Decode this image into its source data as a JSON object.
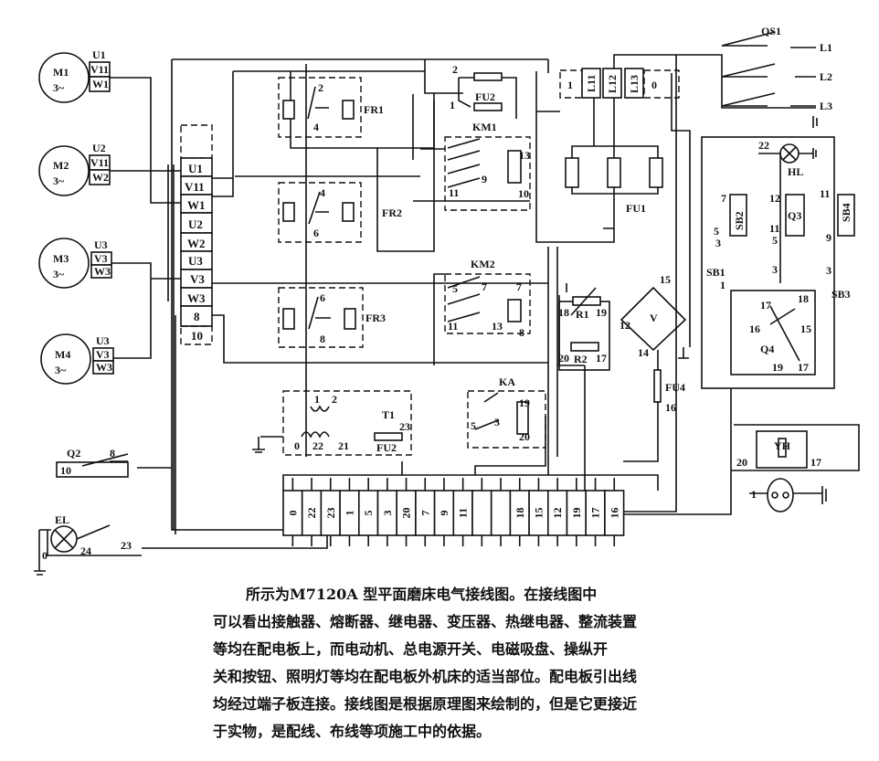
{
  "motors": [
    {
      "name": "M1",
      "phase": "3~",
      "u": "U1",
      "v": "V11",
      "w": "W1"
    },
    {
      "name": "M2",
      "phase": "3~",
      "u": "U2",
      "v": "V11",
      "w": "W2"
    },
    {
      "name": "M3",
      "phase": "3~",
      "u": "U3",
      "v": "V3",
      "w": "W3"
    },
    {
      "name": "M4",
      "phase": "3~",
      "u": "U3",
      "v": "V3",
      "w": "W3"
    }
  ],
  "left_terminals": [
    "U1",
    "V11",
    "W1",
    "U2",
    "W2",
    "U3",
    "V3",
    "W3",
    "8",
    "10"
  ],
  "thermal_relays": [
    {
      "name": "FR1",
      "top": "2",
      "bottom": "4"
    },
    {
      "name": "FR2",
      "top": "4",
      "bottom": "6"
    },
    {
      "name": "FR3",
      "top": "6",
      "bottom": "8"
    }
  ],
  "fuse_fu2_top": {
    "name": "FU2",
    "a": "2",
    "b": "1"
  },
  "top_terminals": [
    "1",
    "L11",
    "L12",
    "L13",
    "0"
  ],
  "main_switch": {
    "name": "QS1",
    "lines": [
      "L1",
      "L2",
      "L3"
    ]
  },
  "km1": {
    "name": "KM1",
    "labels": [
      "13",
      "9",
      "11",
      "10"
    ]
  },
  "km2": {
    "name": "KM2",
    "labels": [
      "5",
      "7",
      "11",
      "13",
      "7",
      "8"
    ]
  },
  "fu1": "FU1",
  "resistors": {
    "r1": "R1",
    "r1_a": "18",
    "r1_b": "19",
    "r2": "R2",
    "r2_a": "20",
    "r2_b": "17"
  },
  "rectifier": {
    "name": "V",
    "n15": "15",
    "n12": "12",
    "n14": "14"
  },
  "fu4": {
    "name": "FU4",
    "n": "16"
  },
  "panel": {
    "lamp": "HL",
    "lamp_n": "22",
    "sb2": "SB2",
    "sb2_n": [
      "7",
      "5",
      "3"
    ],
    "q3": "Q3",
    "q3_n": [
      "12",
      "11",
      "5",
      "3"
    ],
    "sb4": "SB4",
    "sb4_n": [
      "11",
      "9",
      "3"
    ],
    "sb1": "SB1",
    "sb1_n": "1",
    "sb3": "SB3",
    "q4": "Q4",
    "q4_n": [
      "17",
      "18",
      "16",
      "15",
      "19",
      "17"
    ]
  },
  "chuck": {
    "name": "YH",
    "a": "20",
    "b": "17"
  },
  "socket": {
    "n": "1"
  },
  "ka": {
    "name": "KA",
    "labels": [
      "19",
      "20",
      "5",
      "3"
    ]
  },
  "t1": {
    "name": "T1",
    "labels": [
      "1",
      "2",
      "0",
      "22",
      "21",
      "23"
    ],
    "fuse": "FU2"
  },
  "q2": {
    "name": "Q2",
    "a": "8",
    "b": "10"
  },
  "el": {
    "name": "EL",
    "a": "0",
    "b": "24",
    "c": "23"
  },
  "bottom_terminals": [
    "0",
    "22",
    "23",
    "1",
    "5",
    "3",
    "20",
    "7",
    "9",
    "11",
    "",
    "",
    "18",
    "15",
    "12",
    "19",
    "17",
    "16"
  ],
  "caption": [
    "所示为M7120A 型平面磨床电气接线图。在接线图中",
    "可以看出接触器、熔断器、继电器、变压器、热继电器、整流装置",
    "等均在配电板上，而电动机、总电源开关、电磁吸盘、操纵开",
    "关和按钮、照明灯等均在配电板外机床的适当部位。配电板引出线",
    "均经过端子板连接。接线图是根据原理图来绘制的，但是它更接近",
    "于实物，是配线、布线等项施工中的依据。"
  ]
}
